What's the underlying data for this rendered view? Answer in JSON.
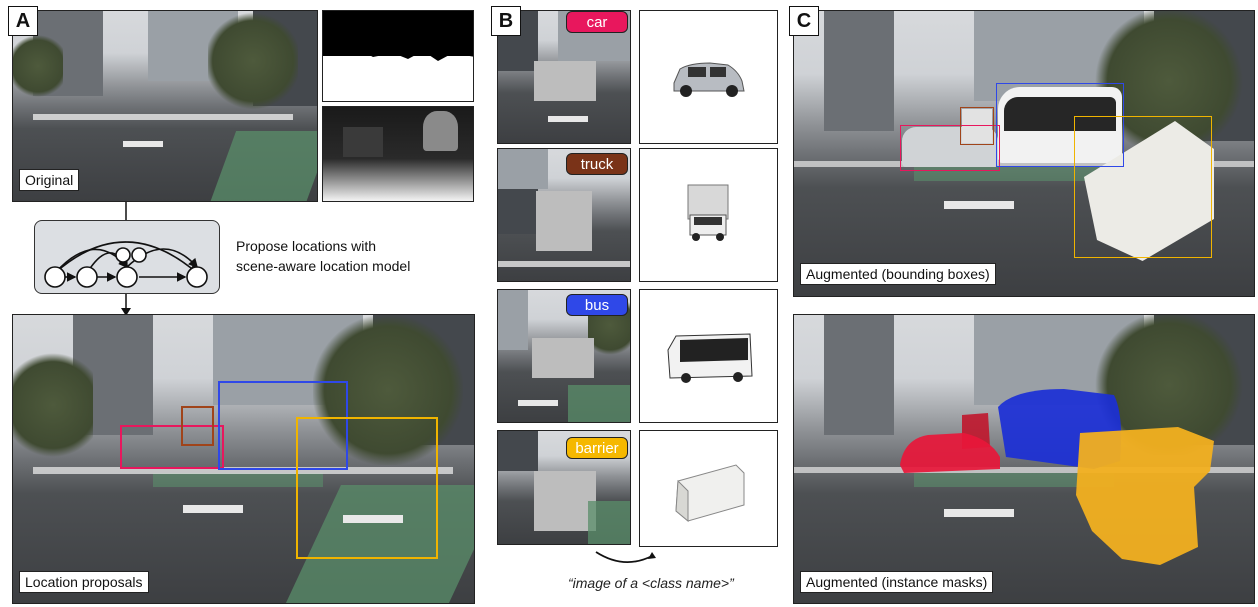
{
  "panels": {
    "a": {
      "letter": "A",
      "original_label": "Original",
      "proposals_label": "Location proposals",
      "model_text_line1": "Propose locations with",
      "model_text_line2": "scene-aware location model"
    },
    "b": {
      "letter": "B",
      "classes": [
        {
          "name": "car",
          "color": "#e8175d"
        },
        {
          "name": "truck",
          "color": "#7a3318"
        },
        {
          "name": "bus",
          "color": "#2f48e8"
        },
        {
          "name": "barrier",
          "color": "#f5b800"
        }
      ],
      "caption": "“image of a <class name>”"
    },
    "c": {
      "letter": "C",
      "bbox_label": "Augmented (bounding boxes)",
      "mask_label": "Augmented (instance masks)"
    }
  },
  "colors": {
    "car": "#e8175d",
    "truck": "#8a3d12",
    "bus": "#2f48e8",
    "barrier": "#f0b400",
    "lane": "#5a8d6a"
  }
}
